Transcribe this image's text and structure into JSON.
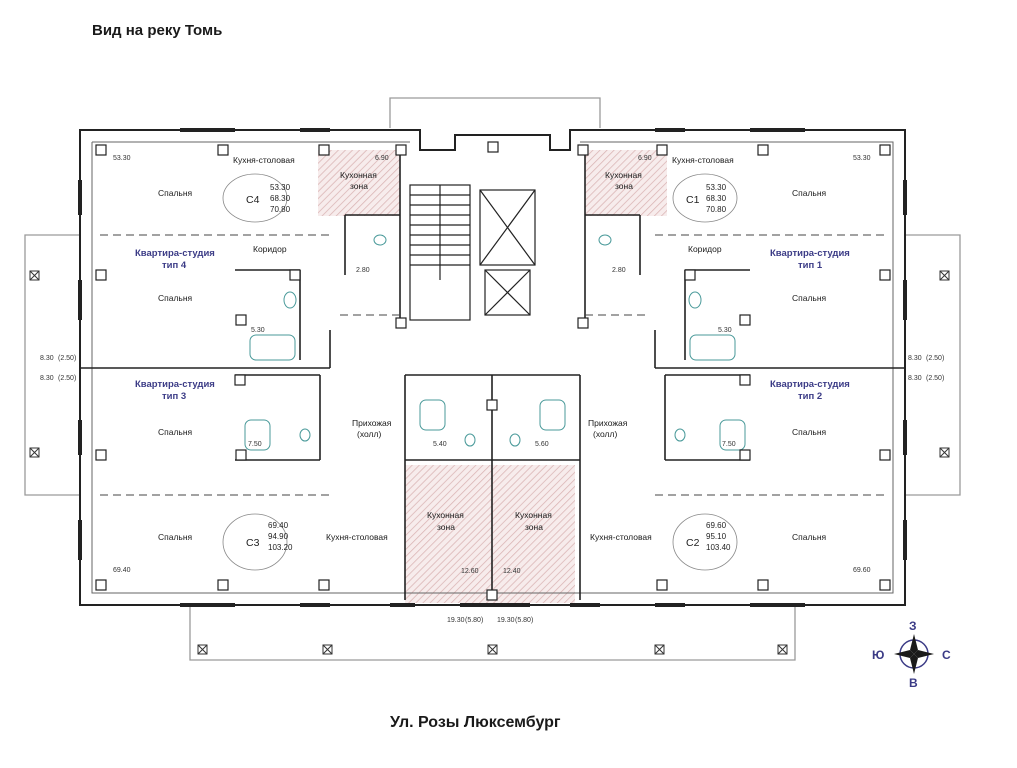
{
  "page": {
    "title": "Вид на реку Томь",
    "street": "Ул. Розы Люксембург"
  },
  "plan": {
    "apartments": [
      {
        "code": "C4",
        "areas": [
          "53.30",
          "68.30",
          "70.80"
        ],
        "type_line1": "Квартира-студия",
        "type_line2": "тип 4"
      },
      {
        "code": "C1",
        "areas": [
          "53.30",
          "68.30",
          "70.80"
        ],
        "type_line1": "Квартира-студия",
        "type_line2": "тип 1"
      },
      {
        "code": "C3",
        "areas": [
          "69.40",
          "94.90",
          "103.20"
        ],
        "type_line1": "Квартира-студия",
        "type_line2": "тип 3"
      },
      {
        "code": "C2",
        "areas": [
          "69.60",
          "95.10",
          "103.40"
        ],
        "type_line1": "Квартира-студия",
        "type_line2": "тип 2"
      }
    ],
    "rooms": {
      "bedroom": "Спальня",
      "kitchen_dining": "Кухня-столовая",
      "kitchen_zone_1": "Кухонная",
      "kitchen_zone_2": "зона",
      "corridor": "Коридор",
      "hall_1": "Прихожая",
      "hall_2": "(холл)"
    },
    "dimensions": {
      "d1": "53.30",
      "d2": "6.90",
      "d3": "2.80",
      "d4": "5.30",
      "d5": "8.30",
      "d6": "(2.50)",
      "d7": "7.50",
      "d8": "5.40",
      "d9": "5.60",
      "d10": "12.60",
      "d11": "12.40",
      "d12": "69.40",
      "d13": "69.60",
      "d14": "19.30",
      "d15": "(5.80)"
    }
  },
  "compass": {
    "north": "З",
    "west": "Ю",
    "east": "С",
    "south": "В"
  },
  "colors": {
    "accent": "#3b3b86",
    "wall": "#222222",
    "hatch": "#d9b3b3"
  }
}
